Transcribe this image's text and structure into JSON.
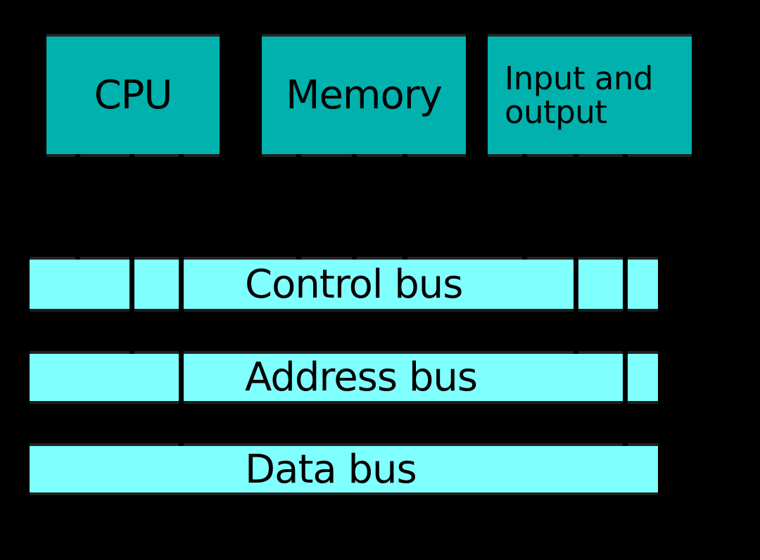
{
  "diagram": {
    "title": "computer system bus diagram",
    "background_color": "#000000",
    "component_fill_color": "#00b1ad",
    "bus_fill_color": "#80ffff",
    "line_color": "#000000",
    "text_color": "#000000",
    "components": [
      {
        "id": "cpu",
        "label": "CPU"
      },
      {
        "id": "memory",
        "label": "Memory"
      },
      {
        "id": "io",
        "label_lines": [
          "Input and",
          "output"
        ]
      }
    ],
    "buses": [
      {
        "id": "control-bus",
        "label": "Control bus"
      },
      {
        "id": "address-bus",
        "label": "Address bus"
      },
      {
        "id": "data-bus",
        "label": "Data bus"
      }
    ],
    "connectors": [
      {
        "from": "cpu",
        "to": "control-bus"
      },
      {
        "from": "cpu",
        "to": "address-bus"
      },
      {
        "from": "cpu",
        "to": "data-bus"
      },
      {
        "from": "memory",
        "to": "control-bus"
      },
      {
        "from": "memory",
        "to": "address-bus"
      },
      {
        "from": "memory",
        "to": "data-bus"
      },
      {
        "from": "io",
        "to": "control-bus"
      },
      {
        "from": "io",
        "to": "address-bus"
      },
      {
        "from": "io",
        "to": "data-bus"
      }
    ]
  }
}
